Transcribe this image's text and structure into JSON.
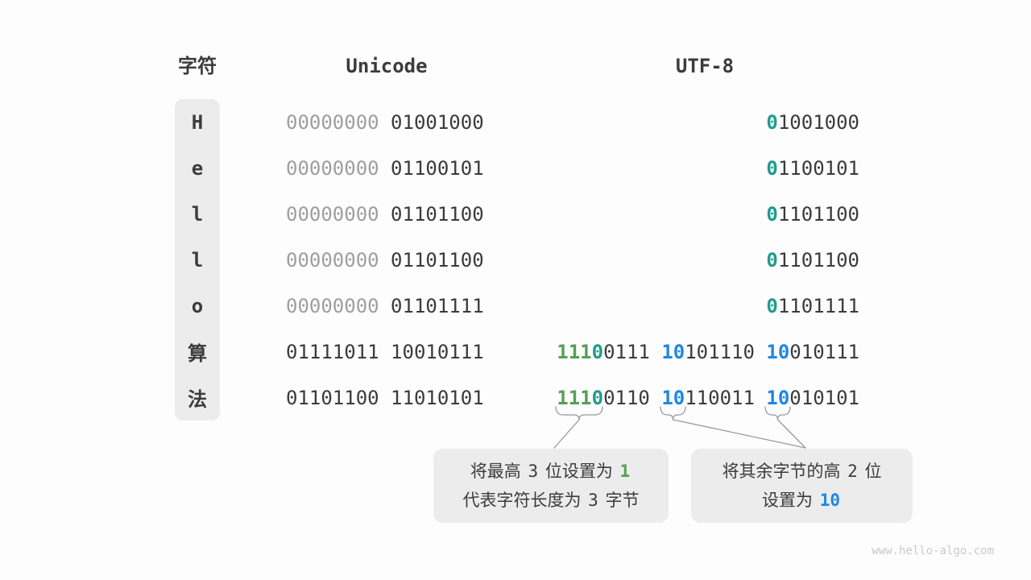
{
  "colors": {
    "text_dark": "#3b3b3b",
    "unicode_leading_zero_gray": "#9e9e9e",
    "one_byte_prefix_teal": "#1f9c8d",
    "three_byte_prefix_green": "#55a055",
    "continuation_prefix_blue": "#1e88e5",
    "panel_gray": "#ececec",
    "connector_line_gray": "#999999",
    "watermark_gray": "#c9c9c9"
  },
  "headers": {
    "char": "字符",
    "unicode": "Unicode",
    "utf8": "UTF-8"
  },
  "table": {
    "rows": [
      {
        "char": "H",
        "unicode": [
          [
            "00000000 ",
            "muted"
          ],
          [
            "01001000",
            "dark"
          ]
        ],
        "utf8": [
          [
            "0",
            "teal"
          ],
          [
            "1001000",
            "dark"
          ]
        ]
      },
      {
        "char": "e",
        "unicode": [
          [
            "00000000 ",
            "muted"
          ],
          [
            "01100101",
            "dark"
          ]
        ],
        "utf8": [
          [
            "0",
            "teal"
          ],
          [
            "1100101",
            "dark"
          ]
        ]
      },
      {
        "char": "l",
        "unicode": [
          [
            "00000000 ",
            "muted"
          ],
          [
            "01101100",
            "dark"
          ]
        ],
        "utf8": [
          [
            "0",
            "teal"
          ],
          [
            "1101100",
            "dark"
          ]
        ]
      },
      {
        "char": "l",
        "unicode": [
          [
            "00000000 ",
            "muted"
          ],
          [
            "01101100",
            "dark"
          ]
        ],
        "utf8": [
          [
            "0",
            "teal"
          ],
          [
            "1101100",
            "dark"
          ]
        ]
      },
      {
        "char": "o",
        "unicode": [
          [
            "00000000 ",
            "muted"
          ],
          [
            "01101111",
            "dark"
          ]
        ],
        "utf8": [
          [
            "0",
            "teal"
          ],
          [
            "1101111",
            "dark"
          ]
        ]
      },
      {
        "char": "算",
        "unicode": [
          [
            "01111011 10010111",
            "dark"
          ]
        ],
        "utf8": [
          [
            "111",
            "green"
          ],
          [
            "0",
            "teal"
          ],
          [
            "0111 ",
            "dark"
          ],
          [
            "10",
            "blue"
          ],
          [
            "101110 ",
            "dark"
          ],
          [
            "10",
            "blue"
          ],
          [
            "010111",
            "dark"
          ]
        ]
      },
      {
        "char": "法",
        "unicode": [
          [
            "01101100 11010101",
            "dark"
          ]
        ],
        "utf8": [
          [
            "111",
            "green"
          ],
          [
            "0",
            "teal"
          ],
          [
            "0110 ",
            "dark"
          ],
          [
            "10",
            "blue"
          ],
          [
            "110011 ",
            "dark"
          ],
          [
            "10",
            "blue"
          ],
          [
            "010101",
            "dark"
          ]
        ]
      }
    ]
  },
  "callouts": [
    {
      "lines": [
        [
          [
            "将最高 ",
            "text"
          ],
          [
            "3",
            "num"
          ],
          [
            " 位设置为 ",
            "text"
          ],
          [
            "1",
            "green-strong"
          ]
        ],
        [
          [
            "代表字符长度为 ",
            "text"
          ],
          [
            "3",
            "num"
          ],
          [
            " 字节",
            "text"
          ]
        ]
      ]
    },
    {
      "lines": [
        [
          [
            "将其余字节的高 ",
            "text"
          ],
          [
            "2",
            "num"
          ],
          [
            " 位",
            "text"
          ]
        ],
        [
          [
            "设置为 ",
            "text"
          ],
          [
            "10",
            "blue-strong"
          ]
        ]
      ]
    }
  ],
  "watermark": "www.hello-algo.com"
}
